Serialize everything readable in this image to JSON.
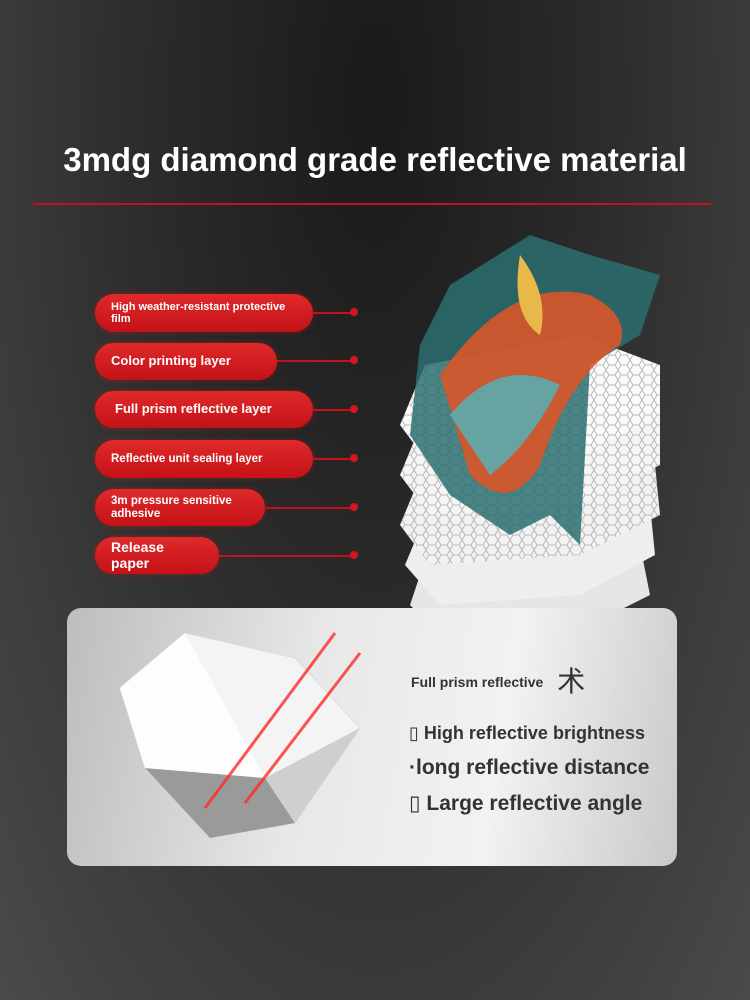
{
  "title": "3mdg diamond grade reflective material",
  "layers": [
    {
      "label": "High weather-resistant protective film"
    },
    {
      "label": "Color printing layer"
    },
    {
      "label": "Full prism reflective layer"
    },
    {
      "label": "Reflective unit sealing layer"
    },
    {
      "label": "3m pressure sensitive adhesive"
    },
    {
      "label": "Release paper"
    }
  ],
  "panel": {
    "heading": "Full prism reflective",
    "heading_suffix": "术",
    "features": [
      "▯ High reflective brightness",
      "·long reflective distance",
      "▯ Large reflective angle"
    ]
  },
  "colors": {
    "accent": "#c8101a",
    "background": "#2a2a2a"
  }
}
